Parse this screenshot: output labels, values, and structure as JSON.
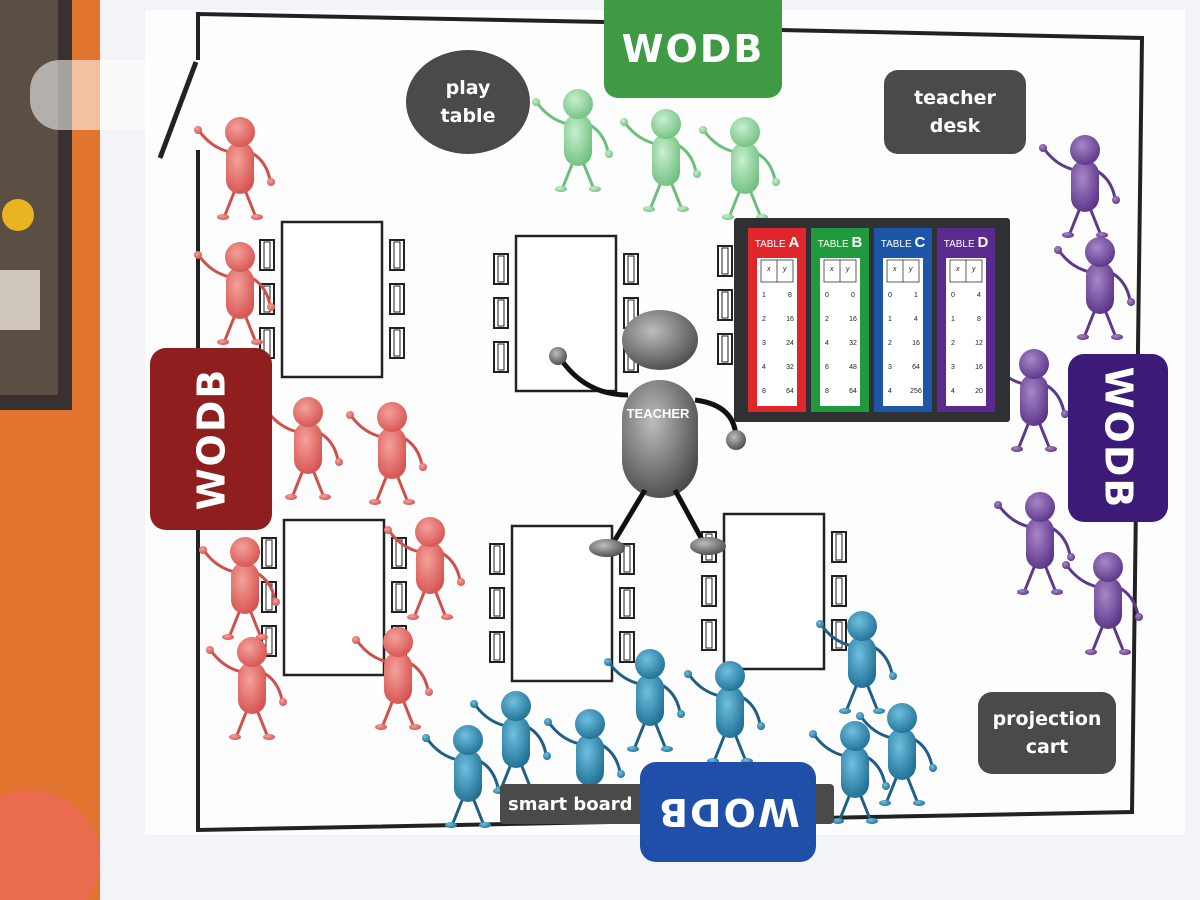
{
  "labels": {
    "wodb_top": "WODB",
    "wodb_left": "WODB",
    "wodb_right": "WODB",
    "wodb_bottom": "WODB",
    "play_table": "play\ntable",
    "teacher_desk": "teacher\ndesk",
    "projection_cart": "projection\ncart",
    "smart_board": "smart board",
    "teacher": "TEACHER"
  },
  "colors": {
    "green": "#3f9a44",
    "red": "#8f1f1f",
    "purple": "#3c1a78",
    "blue": "#1f4fa8",
    "gray_label": "#4a4a4a",
    "student_red": "#e06a66",
    "student_green": "#8fd19a",
    "student_blue": "#2f82a8",
    "student_purple": "#7a4fa0"
  },
  "tables": [
    {
      "name": "TABLE A",
      "letter": "A",
      "color": "#e0262b",
      "col_x": "x",
      "col_y": "y",
      "rows": [
        [
          "1",
          "8"
        ],
        [
          "2",
          "16"
        ],
        [
          "3",
          "24"
        ],
        [
          "4",
          "32"
        ],
        [
          "8",
          "64"
        ]
      ]
    },
    {
      "name": "TABLE B",
      "letter": "B",
      "color": "#1f9a3c",
      "col_x": "x",
      "col_y": "y",
      "rows": [
        [
          "0",
          "0"
        ],
        [
          "2",
          "16"
        ],
        [
          "4",
          "32"
        ],
        [
          "6",
          "48"
        ],
        [
          "8",
          "64"
        ]
      ]
    },
    {
      "name": "TABLE C",
      "letter": "C",
      "color": "#1d56a6",
      "col_x": "x",
      "col_y": "y",
      "rows": [
        [
          "0",
          "1"
        ],
        [
          "1",
          "4"
        ],
        [
          "2",
          "16"
        ],
        [
          "3",
          "64"
        ],
        [
          "4",
          "256"
        ]
      ]
    },
    {
      "name": "TABLE D",
      "letter": "D",
      "color": "#5a2a8e",
      "col_x": "x",
      "col_y": "y",
      "rows": [
        [
          "0",
          "4"
        ],
        [
          "1",
          "8"
        ],
        [
          "2",
          "12"
        ],
        [
          "3",
          "16"
        ],
        [
          "4",
          "20"
        ]
      ]
    }
  ]
}
